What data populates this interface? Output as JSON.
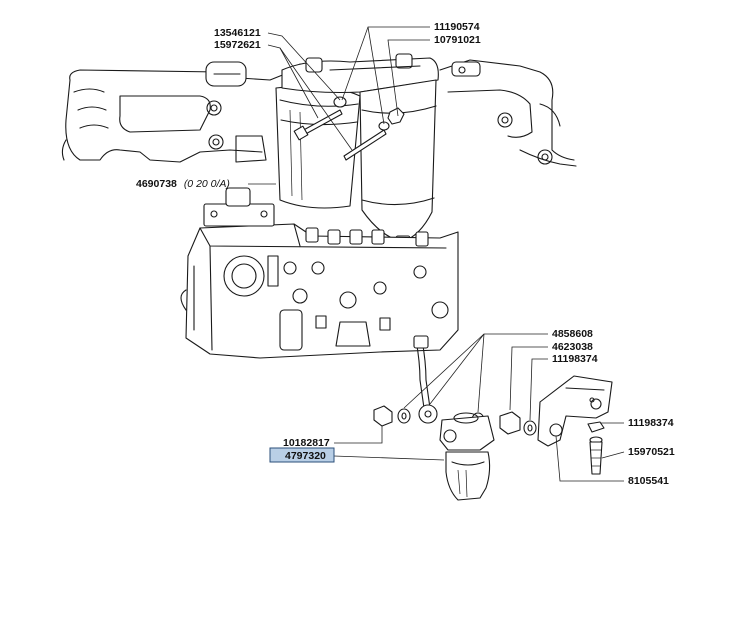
{
  "labels": {
    "p13546121": "13546121",
    "p15972621": "15972621",
    "p11190574": "11190574",
    "p10791021": "10791021",
    "p4690738": "4690738",
    "p4690738_note": "(0 20 0/A)",
    "p4858608": "4858608",
    "p4623038": "4623038",
    "p11198374_top": "11198374",
    "p11198374_right": "11198374",
    "p15970521": "15970521",
    "p8105541": "8105541",
    "p10182817": "10182817",
    "p4797320": "4797320"
  },
  "colors": {
    "highlight_fill": "#b9cfe6",
    "highlight_border": "#2b4f7a",
    "ink": "#1a1a1a"
  }
}
